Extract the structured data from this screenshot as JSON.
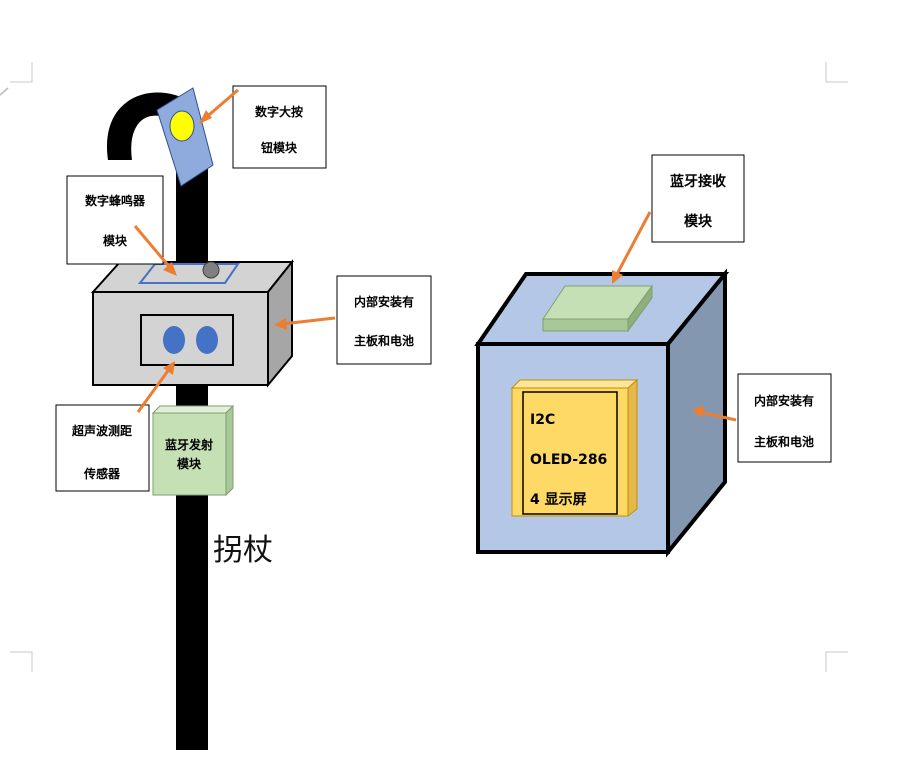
{
  "cane": {
    "title": "拐杖",
    "button_module": [
      "数字大按",
      "钮模块"
    ],
    "buzzer_module": [
      "数字蜂鸣器",
      "模块"
    ],
    "internal": [
      "内部安装有",
      "主板和电池"
    ],
    "ultrasonic": [
      "超声波测距",
      "传感器"
    ],
    "bt_transmit": [
      "蓝牙发射",
      "模块"
    ]
  },
  "receiver": {
    "bt_receive": [
      "蓝牙接收",
      "模块"
    ],
    "internal": [
      "内部安装有",
      "主板和电池"
    ],
    "display": [
      "I2C",
      "OLED-286",
      "4 显示屏"
    ]
  },
  "colors": {
    "arrow": "#ED7D31",
    "cane": "#000000",
    "gray_box": "#D3D3D3",
    "gray_box_side": "#A6A6A6",
    "cube_front": "#B4C7E7",
    "cube_side": "#8497B0",
    "cube_top": "#B4C7E7",
    "green_module": "#C5E0B4",
    "display_fill": "#FFD966",
    "sensor_blue": "#4472C4",
    "button_yellow": "#FFFF00",
    "button_plate": "#8FAADC"
  }
}
